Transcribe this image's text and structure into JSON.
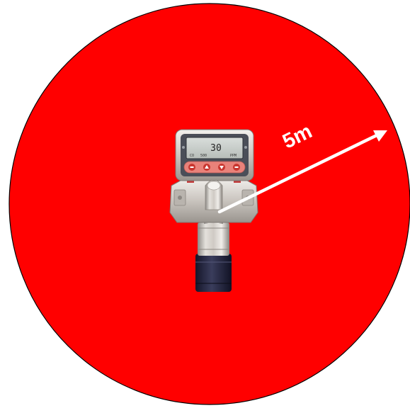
{
  "diagram": {
    "radius_label": "5m",
    "zone_color": "#ff0000",
    "arrow_color": "#ffffff"
  },
  "detector": {
    "display_reading": "30",
    "display_gas": "CO",
    "display_range": "500",
    "display_unit": "PPM",
    "icons": [
      "esc-button-icon",
      "up-arrow-icon",
      "down-arrow-icon",
      "enter-button-icon"
    ]
  }
}
